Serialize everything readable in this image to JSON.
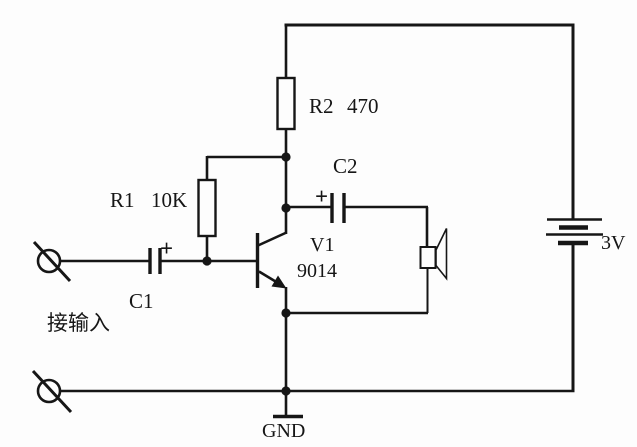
{
  "schematic": {
    "description": "single-transistor audio amplifier circuit",
    "background_color": "#fdfdfd",
    "line_color": "#161616",
    "components": {
      "r1": {
        "ref": "R1",
        "value": "10K"
      },
      "r2": {
        "ref": "R2",
        "value": "470"
      },
      "c1": {
        "ref": "C1",
        "polarity": "+"
      },
      "c2": {
        "ref": "C2",
        "polarity": "+"
      },
      "v1": {
        "ref": "V1",
        "part": "9014"
      },
      "battery": {
        "label": "3V"
      },
      "ground": {
        "label": "GND"
      },
      "input": {
        "label": "接输入"
      }
    }
  }
}
